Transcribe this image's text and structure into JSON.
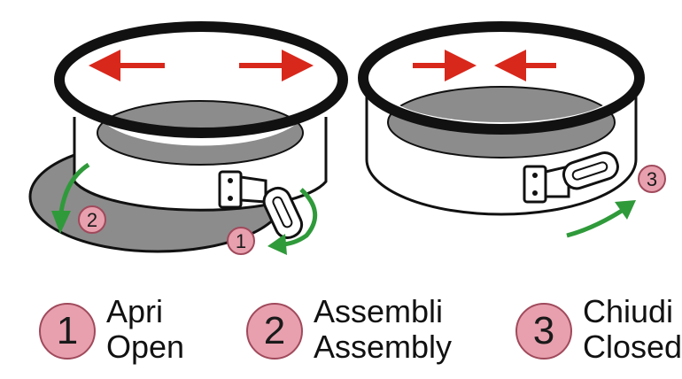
{
  "diagram": {
    "colors": {
      "badge_fill": "#e8a0ae",
      "badge_stroke": "#a04a5c",
      "outline": "#111111",
      "base_gray": "#8c8c8c",
      "red_arrow": "#d8271b",
      "green_arrow": "#2f9a3a"
    },
    "markers": [
      {
        "number": "1"
      },
      {
        "number": "2"
      },
      {
        "number": "3"
      }
    ],
    "legend": [
      {
        "number": "1",
        "label_it": "Apri",
        "label_en": "Open"
      },
      {
        "number": "2",
        "label_it": "Assembli",
        "label_en": "Assembly"
      },
      {
        "number": "3",
        "label_it": "Chiudi",
        "label_en": "Closed"
      }
    ]
  }
}
